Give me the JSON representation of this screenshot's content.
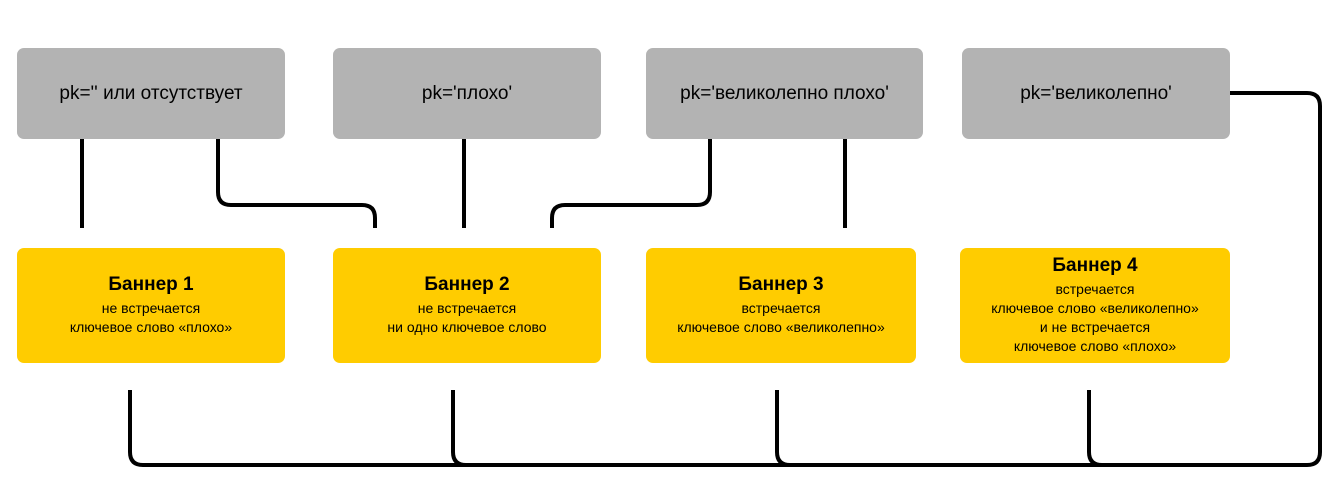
{
  "diagram": {
    "title": "",
    "colors": {
      "condition_fill": "#b3b3b3",
      "banner_fill": "#ffcc00",
      "edge": "#000000",
      "text": "#000000",
      "background": "#ffffff"
    },
    "conditions": [
      {
        "id": "cond1",
        "label": "pk='' или отсутствует"
      },
      {
        "id": "cond2",
        "label": "pk='плохо'"
      },
      {
        "id": "cond3",
        "label": "pk='великолепно плохо'"
      },
      {
        "id": "cond4",
        "label": "pk='великолепно'"
      }
    ],
    "banners": [
      {
        "id": "banner1",
        "title": "Баннер 1",
        "lines": [
          "не встречается",
          "ключевое слово «плохо»"
        ]
      },
      {
        "id": "banner2",
        "title": "Баннер 2",
        "lines": [
          "не встречается",
          "ни одно ключевое слово"
        ]
      },
      {
        "id": "banner3",
        "title": "Баннер 3",
        "lines": [
          "встречается",
          "ключевое слово «великолепно»"
        ]
      },
      {
        "id": "banner4",
        "title": "Баннер 4",
        "lines": [
          "встречается",
          "ключевое слово «великолепно»",
          "и не встречается",
          "ключевое слово «плохо»"
        ]
      }
    ],
    "edges": [
      {
        "id": "edge-cond1-banner1",
        "from": "cond1",
        "to": "banner1",
        "kind": "straight-down"
      },
      {
        "id": "edge-cond1-banner2",
        "from": "cond1",
        "to": "banner2",
        "kind": "elbow-right"
      },
      {
        "id": "edge-cond2-banner2",
        "from": "cond2",
        "to": "banner2",
        "kind": "straight-down"
      },
      {
        "id": "edge-cond3-banner2",
        "from": "cond3",
        "to": "banner2",
        "kind": "elbow-left"
      },
      {
        "id": "edge-cond3-banner3",
        "from": "cond3",
        "to": "banner3",
        "kind": "straight-down"
      },
      {
        "id": "edge-cond4-banner1",
        "from": "cond4",
        "to": "banner1",
        "kind": "bus-bottom"
      },
      {
        "id": "edge-cond4-banner2",
        "from": "cond4",
        "to": "banner2",
        "kind": "bus-bottom"
      },
      {
        "id": "edge-cond4-banner3",
        "from": "cond4",
        "to": "banner3",
        "kind": "bus-bottom"
      },
      {
        "id": "edge-cond4-banner4",
        "from": "cond4",
        "to": "banner4",
        "kind": "bus-bottom"
      }
    ]
  }
}
